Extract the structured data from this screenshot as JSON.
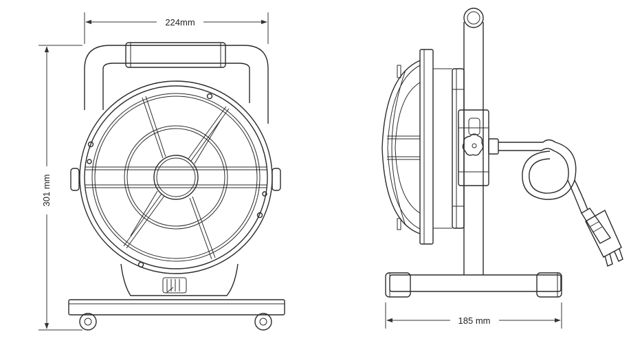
{
  "dimensions": {
    "width_label": "224mm",
    "height_label": "301 mm",
    "base_label": "185 mm"
  },
  "views": {
    "front": "front-view",
    "side": "side-view"
  },
  "colors": {
    "line": "#2a2a2a",
    "background": "#ffffff"
  }
}
